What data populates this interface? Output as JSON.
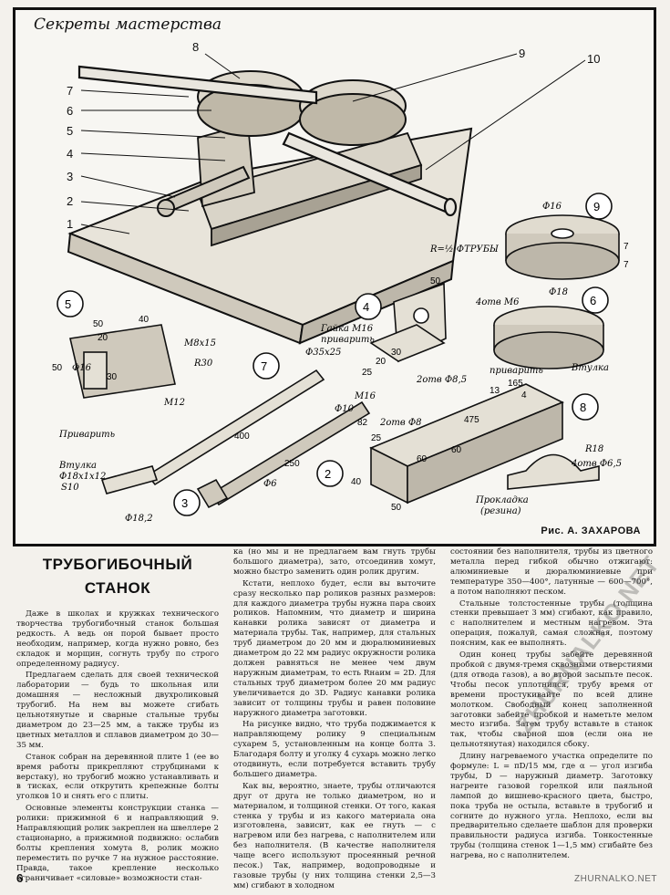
{
  "rubric": "Секреты мастерства",
  "figure": {
    "credit": "Рис. А. ЗАХАРОВА",
    "callouts": [
      "1",
      "2",
      "3",
      "4",
      "5",
      "6",
      "7",
      "8",
      "9",
      "10"
    ],
    "details": {
      "d5": {
        "num": "5",
        "dims": [
          "40",
          "50",
          "20",
          "50",
          "30",
          "Ф16"
        ],
        "notes": [
          "М8х15",
          "R30",
          "М12"
        ]
      },
      "d4": {
        "num": "4",
        "dims": [
          "50",
          "20",
          "30",
          "25",
          "2отв Ф8,5"
        ],
        "notes": [
          "Гайка М16",
          "приварить"
        ]
      },
      "d9": {
        "num": "9",
        "dims": [
          "Ф16",
          "7",
          "7"
        ],
        "notes": [
          "R=½ ФТРУБЫ"
        ]
      },
      "d6": {
        "num": "6",
        "dims": [
          "4отв М6",
          "Ф18"
        ],
        "notes": [
          "приварить",
          "Втулка"
        ]
      },
      "d7": {
        "num": "7",
        "dims": [
          "Ф35х25",
          "400",
          "250",
          "Ф10",
          "М16",
          "82"
        ],
        "notes": [
          "Приварить",
          "Втулка",
          "Ф18х1х12",
          "S10",
          "Ф18,2"
        ]
      },
      "d3": {
        "num": "3",
        "dims": [
          "Ф6"
        ]
      },
      "d2": {
        "num": "2",
        "dims": [
          "2отв Ф8",
          "25",
          "60",
          "60",
          "40",
          "50",
          "475",
          "13",
          "165",
          "4"
        ],
        "notes": []
      },
      "d8": {
        "num": "8",
        "dims": [
          "R18",
          "4отв Ф6,5"
        ],
        "notes": [
          "Прокладка",
          "(резина)"
        ]
      }
    }
  },
  "article": {
    "title_line1": "ТРУБОГИБОЧНЫЙ",
    "title_line2": "СТАНОК",
    "col1": [
      "Даже в школах и кружках технического творчества трубогибочный станок большая редкость. А ведь он порой бывает просто необходим, например, когда нужно ровно, без складок и морщин, согнуть трубу по строго определенному радиусу.",
      "Предлагаем сделать для своей технической лаборатории — будь то школьная или домашняя — несложный двухроликовый трубогиб. На нем вы можете сгибать цельнотянутые и сварные стальные трубы диаметром до 23—25 мм, а также трубы из цветных металлов и сплавов диаметром до 30—35 мм.",
      "Станок собран на деревянной плите 1 (ее во время работы прикрепляют струбцинами к верстаку), но трубогиб можно устанавливать и в тисках, если открутить крепежные болты уголков 10 и снять его с плиты.",
      "Основные элементы конструкции станка — ролики: прижимной 6 и направляющий 9. Направляющий ролик закреплен на швеллере 2 стационарно, а прижимной подвижно: ослабив болты крепления хомута 8, ролик можно переместить по ручке 7 на нужное расстояние. Правда, такое крепление несколько ограничивает «силовые» возможности стан-"
    ],
    "col2": [
      "ка (но мы и не предлагаем вам гнуть трубы большого диаметра), зато, отсоединив хомут, можно быстро заменить один ролик другим.",
      "Кстати, неплохо будет, если вы выточите сразу несколько пар роликов разных размеров: для каждого диаметра трубы нужна пара своих роликов. Напомним, что диаметр и ширина канавки ролика зависят от диаметра и материала трубы. Так, например, для стальных труб диаметром до 20 мм и дюралюминиевых диаметром до 22 мм радиус окружности ролика должен равняться не менее чем двум наружным диаметрам, то есть Rнаим = 2D. Для стальных труб диаметром более 20 мм радиус увеличивается до 3D. Радиус канавки ролика зависит от толщины трубы и равен половине наружного диаметра заготовки.",
      "На рисунке видно, что труба поджимается к направляющему ролику 9 специальным сухарем 5, установленным на конце болта 3. Благодаря болту и уголку 4 сухарь можно легко отодвинуть, если потребуется вставить трубу большего диаметра.",
      "Как вы, вероятно, знаете, трубы отличаются друг от друга не только диаметром, но и материалом, и толщиной стенки. От того, какая стенка у трубы и из какого материала она изготовлена, зависит, как ее гнуть — с нагревом или без нагрева, с наполнителем или без наполнителя. (В качестве наполнителя чаще всего используют просеянный речной песок.) Так, например, водопроводные и газовые трубы (у них толщина стенки 2,5—3 мм) сгибают в холодном"
    ],
    "col3": [
      "состоянии без наполнителя, трубы из цветного металла перед гибкой обычно отжигают: алюминиевые и дюралюминиевые при температуре 350—400°, латунные — 600—700°, а потом наполняют песком.",
      "Стальные толстостенные трубы (толщина стенки превышает 3 мм) сгибают, как правило, с наполнителем и местным нагревом. Эта операция, пожалуй, самая сложная, поэтому поясним, как ее выполнять.",
      "Один конец трубы забейте деревянной пробкой с двумя-тремя сквозными отверстиями (для отвода газов), а во второй засыпьте песок. Чтобы песок уплотнился, трубу время от времени простукивайте по всей длине молотком. Свободный конец заполненной заготовки забейте пробкой и наметьте мелом место изгиба. Затем трубу вставьте в станок так, чтобы сварной шов (если она не цельнотянутая) находился сбоку.",
      "Длину нагреваемого участка определите по формуле: L = πD/15 мм, где α — угол изгиба трубы, D — наружный диаметр. Заготовку нагреите газовой горелкой или паяльной лампой до вишнево-красного цвета, быстро, пока труба не остыла, вставьте в трубогиб и согните до нужного угла. Неплохо, если вы предварительно сделаете шаблон для проверки правильности радиуса изгиба. Тонкостенные трубы (толщина стенок 1—1,5 мм) сгибайте без нагрева, но с наполнителем."
    ]
  },
  "page_number": "6",
  "watermark": "ZHURNALKO.NET",
  "watermark_diag": "ZHURNALKO.NET"
}
